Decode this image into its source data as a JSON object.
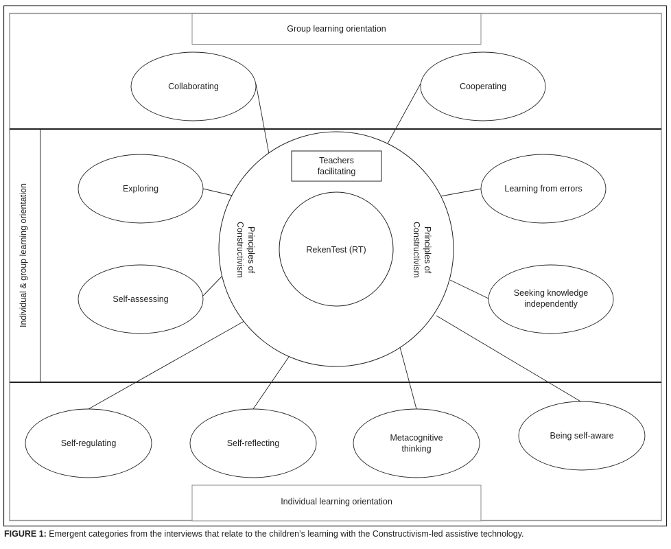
{
  "figure": {
    "caption_label": "FIGURE 1:",
    "caption_text": " Emergent categories from the interviews that relate to the children’s learning with the Constructivism-led assistive technology."
  },
  "zones": {
    "top": "Group learning orientation",
    "middle": "Individual & group learning orientation",
    "bottom": "Individual learning orientation"
  },
  "center": {
    "core": "RekenTest (RT)",
    "facilitator": [
      "Teachers",
      "facilitating"
    ],
    "ring_label_left": [
      "Principles of",
      "Constructivism"
    ],
    "ring_label_right": [
      "Principles of",
      "Constructivism"
    ]
  },
  "categories": [
    {
      "id": "collaborating",
      "lines": [
        "Collaborating"
      ],
      "zone": "top"
    },
    {
      "id": "cooperating",
      "lines": [
        "Cooperating"
      ],
      "zone": "top"
    },
    {
      "id": "exploring",
      "lines": [
        "Exploring"
      ],
      "zone": "middle"
    },
    {
      "id": "self-assessing",
      "lines": [
        "Self-assessing"
      ],
      "zone": "middle"
    },
    {
      "id": "learning-from-errors",
      "lines": [
        "Learning from errors"
      ],
      "zone": "middle"
    },
    {
      "id": "seeking-knowledge",
      "lines": [
        "Seeking knowledge",
        "independently"
      ],
      "zone": "middle"
    },
    {
      "id": "self-regulating",
      "lines": [
        "Self-regulating"
      ],
      "zone": "bottom"
    },
    {
      "id": "self-reflecting",
      "lines": [
        "Self-reflecting"
      ],
      "zone": "bottom"
    },
    {
      "id": "metacognitive-thinking",
      "lines": [
        "Metacognitive",
        "thinking"
      ],
      "zone": "bottom"
    },
    {
      "id": "being-self-aware",
      "lines": [
        "Being self-aware"
      ],
      "zone": "bottom"
    }
  ]
}
